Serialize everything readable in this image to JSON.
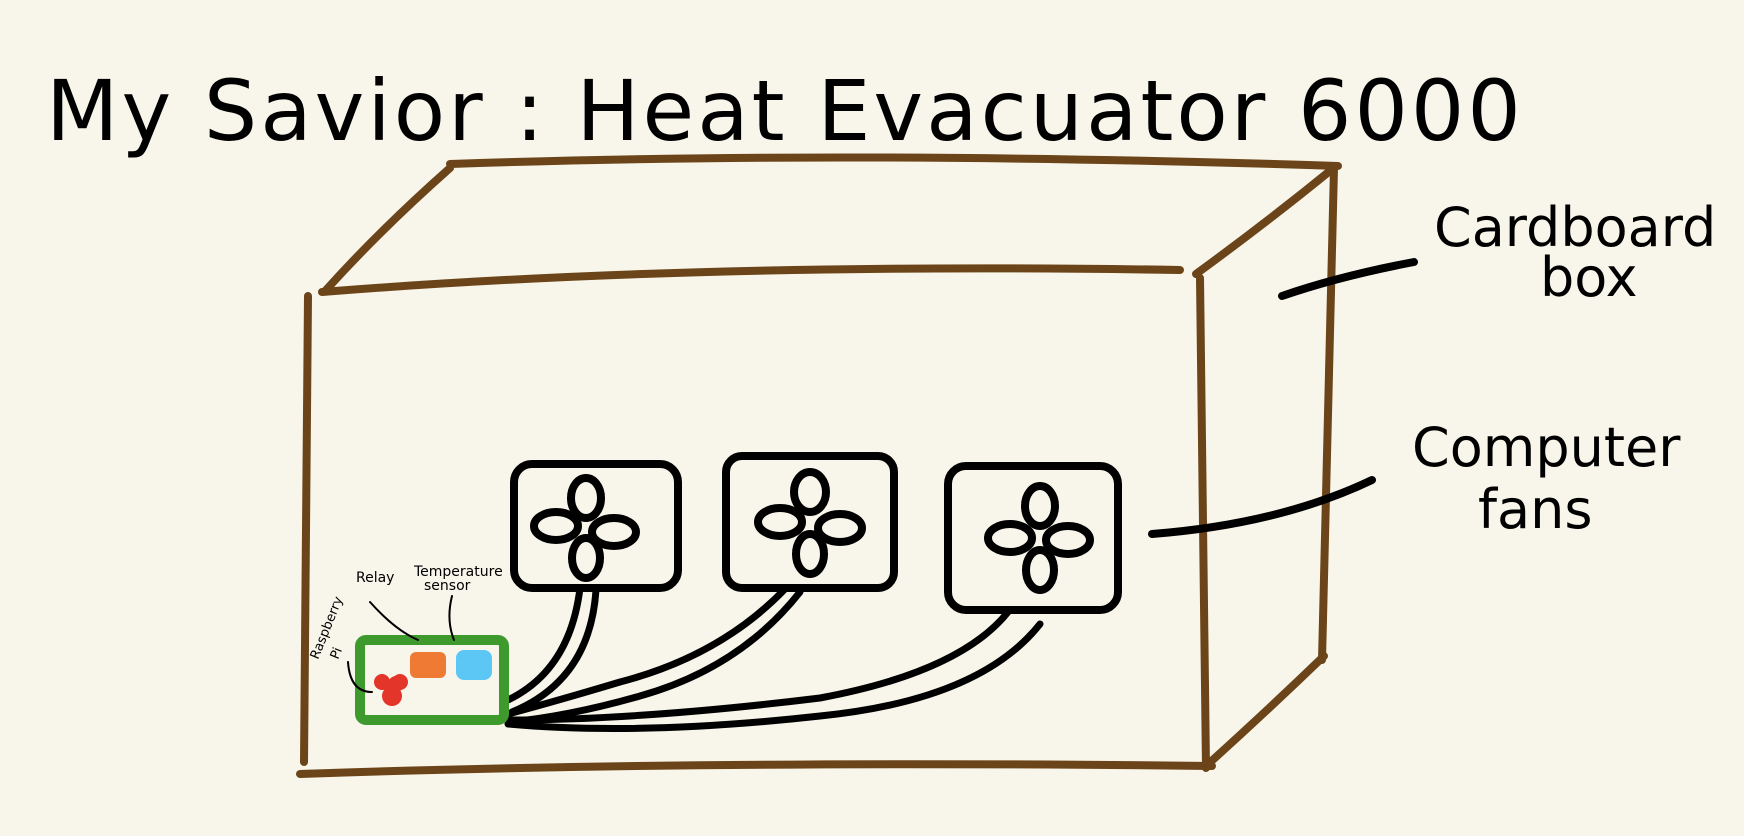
{
  "title": "My Savior : Heat Evacuator 6000",
  "labels": {
    "cardboard_box": [
      "Cardboard",
      "box"
    ],
    "computer_fans": [
      "Computer",
      "fans"
    ],
    "relay": "Relay",
    "temperature_sensor": [
      "Temperature",
      "sensor"
    ],
    "raspberry_pi": [
      "Raspberry",
      "Pi"
    ]
  },
  "colors": {
    "background": "#f8f5ea",
    "box_outline": "#6b4519",
    "ink": "#000000",
    "board": "#3f9a2e",
    "raspberry_pi_mark": "#e4352b",
    "relay_block": "#ef7a34",
    "sensor_block": "#5cc6f4"
  },
  "fans": [
    {
      "name": "fan-1"
    },
    {
      "name": "fan-2"
    },
    {
      "name": "fan-3"
    }
  ]
}
